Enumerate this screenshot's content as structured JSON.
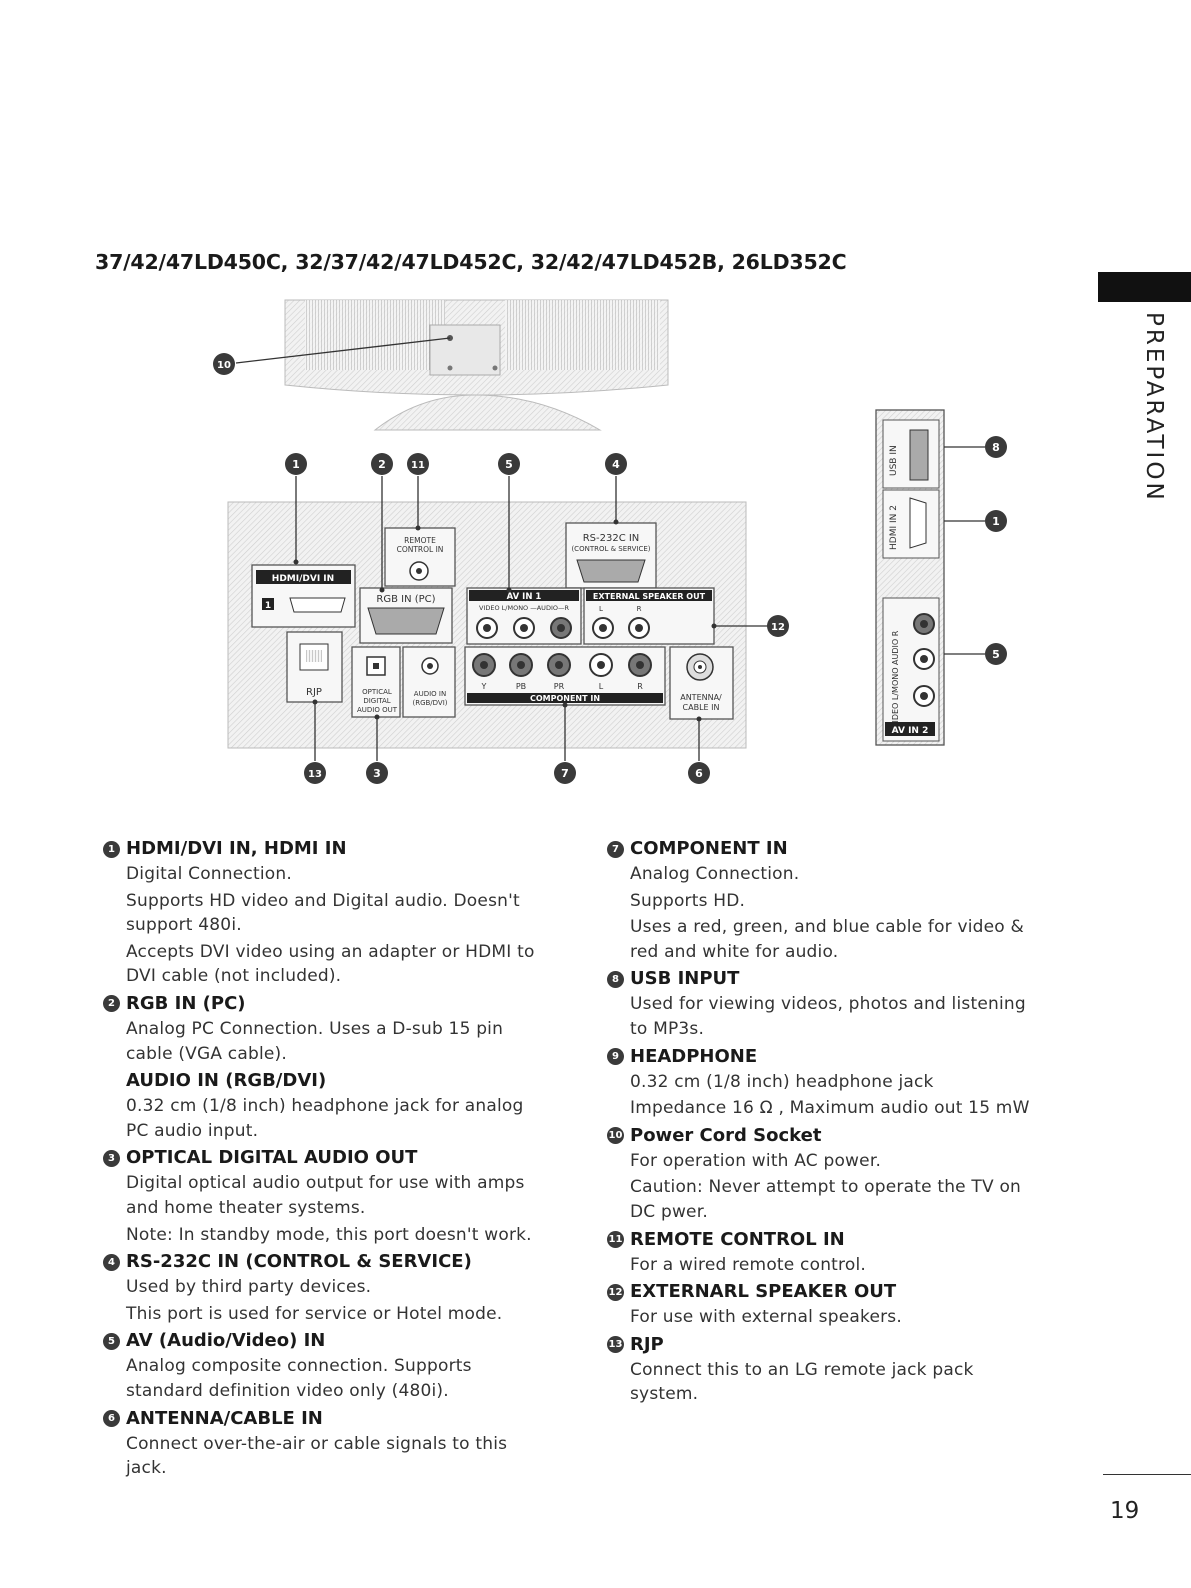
{
  "page": {
    "title": "37/42/47LD450C, 32/37/42/47LD452C, 32/42/47LD452B, 26LD352C",
    "side_label": "PREPARATION",
    "page_number": "19"
  },
  "panel_labels": {
    "hdmi_dvi_in": "HDMI/DVI IN",
    "hdmi_port_num": "1",
    "remote_control_in": [
      "REMOTE",
      "CONTROL IN"
    ],
    "rs232c_in": "RS-232C IN",
    "rs232c_sub": "(CONTROL & SERVICE)",
    "rgb_in_pc": "RGB IN (PC)",
    "av_in_1": "AV IN 1",
    "av_in_1_sub": "VIDEO  L/MONO —AUDIO—R",
    "external_speaker_out": "EXTERNAL SPEAKER OUT",
    "speaker_l": "L",
    "speaker_r": "R",
    "rjp": "RJP",
    "optical": [
      "OPTICAL",
      "DIGITAL",
      "AUDIO OUT"
    ],
    "audio_in": [
      "AUDIO IN",
      "(RGB/DVI)"
    ],
    "component_sub": [
      "Y",
      "PB",
      "PR",
      "L",
      "R"
    ],
    "component_in": "COMPONENT IN",
    "antenna": [
      "ANTENNA/",
      "CABLE IN"
    ],
    "usb_in": "USB IN",
    "hdmi_in_2": "HDMI IN 2",
    "side_av_sub": "VIDEO L/MONO AUDIO R",
    "av_in_2": "AV IN 2"
  },
  "callouts": {
    "c1": "1",
    "c2": "2",
    "c3": "3",
    "c4": "4",
    "c5": "5",
    "c6": "6",
    "c7": "7",
    "c8": "8",
    "c10": "10",
    "c11": "11",
    "c12": "12",
    "c13": "13"
  },
  "legend_left": [
    {
      "num": "1",
      "title": "HDMI/DVI IN, HDMI IN",
      "lines": [
        "Digital Connection.",
        "Supports HD video and Digital audio. Doesn't support 480i.",
        "Accepts DVI video using an adapter or HDMI to DVI cable (not included)."
      ]
    },
    {
      "num": "2",
      "title": "RGB IN (PC)",
      "lines": [
        "Analog PC Connection. Uses a D-sub 15 pin cable (VGA cable)."
      ],
      "subtitle": "AUDIO IN (RGB/DVI)",
      "sub_lines": [
        "0.32 cm (1/8 inch) headphone jack for analog PC audio input."
      ]
    },
    {
      "num": "3",
      "title": "OPTICAL DIGITAL AUDIO OUT",
      "lines": [
        "Digital optical audio output for use with amps and home theater systems.",
        "Note: In standby mode, this port doesn't work."
      ]
    },
    {
      "num": "4",
      "title": "RS-232C IN (CONTROL & SERVICE)",
      "lines": [
        "Used  by third party devices.",
        "This port is used for service or Hotel mode."
      ]
    },
    {
      "num": "5",
      "title": "AV (Audio/Video) IN",
      "lines": [
        "Analog composite connection. Supports standard definition video only (480i)."
      ]
    },
    {
      "num": "6",
      "title": "ANTENNA/CABLE IN",
      "lines": [
        "Connect over-the-air or cable signals to this jack."
      ]
    }
  ],
  "legend_right": [
    {
      "num": "7",
      "title": "COMPONENT IN",
      "lines": [
        "Analog Connection.",
        "Supports HD.",
        "Uses a red, green, and blue cable for video & red and white for audio."
      ]
    },
    {
      "num": "8",
      "title": "USB INPUT",
      "lines": [
        "Used for viewing videos, photos and listening to MP3s."
      ]
    },
    {
      "num": "9",
      "title": "HEADPHONE",
      "lines": [
        "0.32 cm (1/8 inch) headphone jack",
        "Impedance 16 Ω , Maximum audio out 15 mW"
      ]
    },
    {
      "num": "10",
      "title": "Power Cord Socket",
      "lines": [
        "For operation with AC power.",
        "Caution: Never attempt to operate the TV on DC pwer."
      ]
    },
    {
      "num": "11",
      "title": "REMOTE CONTROL IN",
      "lines": [
        "For a wired remote control."
      ]
    },
    {
      "num": "12",
      "title": "EXTERNARL SPEAKER OUT",
      "lines": [
        "For use with external speakers."
      ]
    },
    {
      "num": "13",
      "title": "RJP",
      "lines": [
        "Connect this to an LG remote jack pack system."
      ]
    }
  ]
}
